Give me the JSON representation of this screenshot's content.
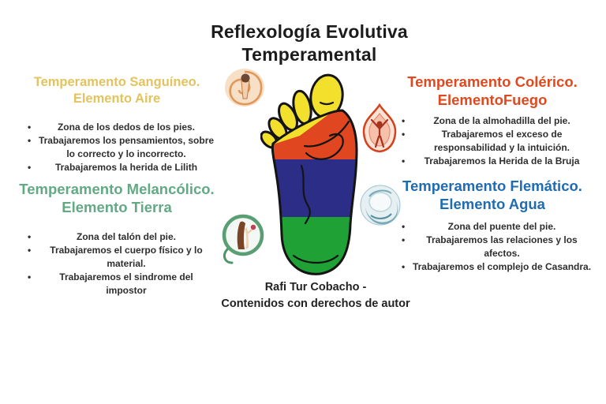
{
  "title": {
    "line1": "Reflexología Evolutiva",
    "line2": "Temperamental",
    "color": "#1c1c1c"
  },
  "sections": {
    "sanguineo": {
      "heading": "Temperamento Sanguíneo. Elemento Aire",
      "color": "#e2c35e",
      "bullets": [
        "Zona de los dedos de los pies.",
        "Trabajaremos los pensamientos, sobre lo correcto y lo incorrecto.",
        "Trabajaremos la herida de Lilith"
      ]
    },
    "colerico": {
      "heading": "Temperamento Colérico. ElementoFuego",
      "color": "#e0491e",
      "bullets": [
        "Zona de la almohadilla del pie.",
        "Trabajaremos el exceso de responsabilidad y la intuición.",
        "Trabajaremos la Herida de la Bruja"
      ]
    },
    "melancolico": {
      "heading": "Temperamento Melancólico. Elemento Tierra",
      "color": "#62a984",
      "bullets": [
        "Zona del talón del pie.",
        "Trabajaremos el cuerpo físico y lo material.",
        "Trabajaremos el sindrome del impostor"
      ]
    },
    "flematico": {
      "heading": "Temperamento Flemático. Elemento Agua",
      "color": "#1f6cb3",
      "bullets": [
        "Zona del puente del pie.",
        "Trabajaremos las relaciones y los afectos.",
        "Trabajaremos el complejo de Casandra."
      ]
    }
  },
  "foot_diagram": {
    "zone_colors": {
      "toes": "#f2e02d",
      "ball": "#e0461f",
      "arch": "#2b2d86",
      "heel": "#1fa136"
    },
    "outline_color": "#141414"
  },
  "element_icons": {
    "air": {
      "accent": "#dc8a45",
      "fill": "#f7ddc0"
    },
    "fire": {
      "accent": "#d5401d",
      "fill": "#fbe3d6"
    },
    "water": {
      "accent": "#4a8a9c",
      "fill": "#e6f0f2"
    },
    "earth": {
      "accent": "#4d9668",
      "fill": "#f2f8f4"
    }
  },
  "footer": {
    "line1": "Rafi Tur Cobacho  -",
    "line2": "Contenidos con derechos de autor"
  }
}
